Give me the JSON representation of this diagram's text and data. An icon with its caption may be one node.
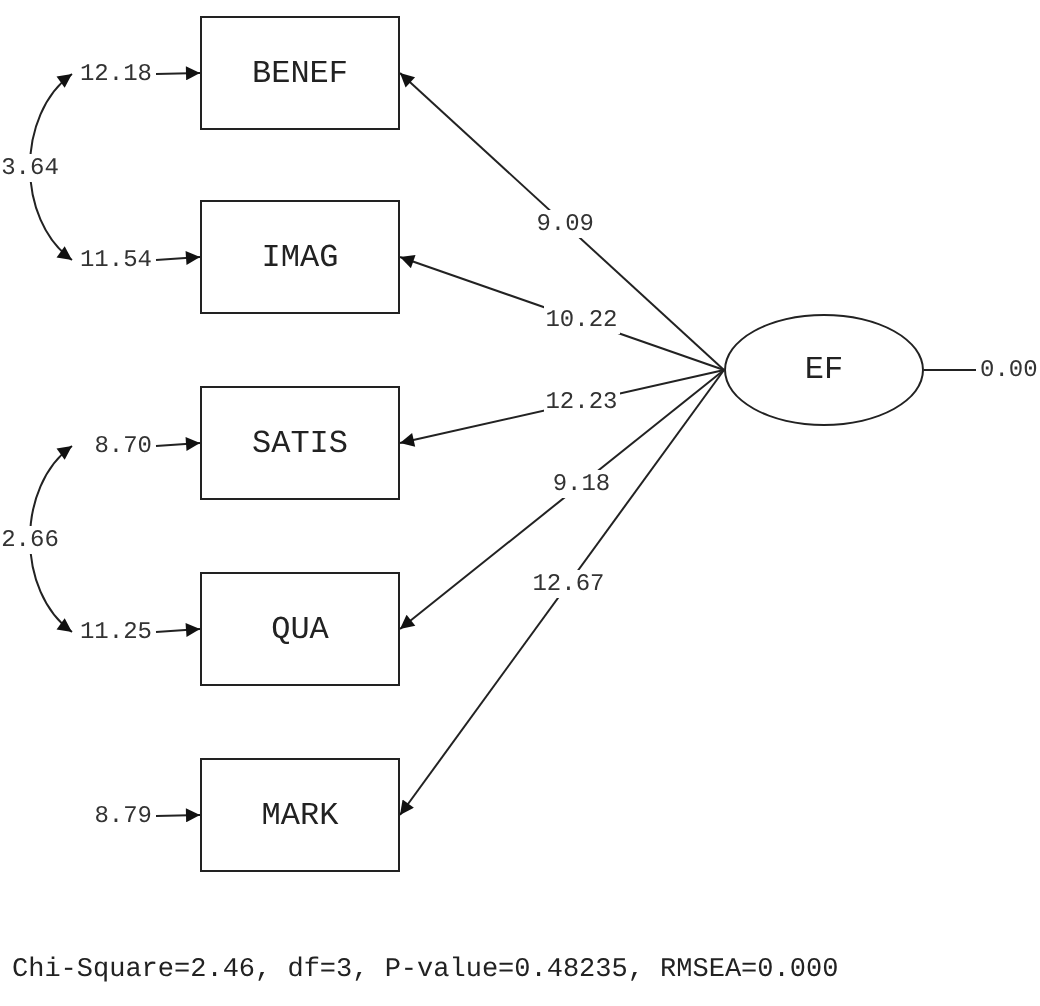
{
  "diagram": {
    "caption": "Chi-Square=2.46, df=3, P-value=0.48235, RMSEA=0.000",
    "nodes": [
      {
        "text": [
          "BENEF"
        ]
      },
      {
        "text": [
          "IMAG"
        ]
      },
      {
        "text": [
          "SATIS"
        ]
      },
      {
        "text": [
          "QUA"
        ]
      },
      {
        "text": [
          "MARK"
        ]
      },
      {
        "text": [
          "EF"
        ]
      },
      {
        "text": [
          "12.18"
        ]
      },
      {
        "text": [
          "11.54"
        ]
      },
      {
        "text": [
          "8.70"
        ]
      },
      {
        "text": [
          "11.25"
        ]
      },
      {
        "text": [
          "8.79"
        ]
      },
      {
        "text": [
          "0.00"
        ]
      }
    ],
    "edges": [
      {
        "from": 6,
        "to": 0,
        "arrow": "to"
      },
      {
        "from": 7,
        "to": 1,
        "arrow": "to"
      },
      {
        "from": 8,
        "to": 2,
        "arrow": "to"
      },
      {
        "from": 9,
        "to": 3,
        "arrow": "to"
      },
      {
        "from": 10,
        "to": 4,
        "arrow": "to"
      },
      {
        "from": 6,
        "to": 7,
        "arrow": "both",
        "label": "3.64"
      },
      {
        "from": 8,
        "to": 9,
        "arrow": "both",
        "label": "2.66"
      },
      {
        "from": 5,
        "to": 0,
        "arrow": "to",
        "label": "9.09"
      },
      {
        "from": 5,
        "to": 1,
        "arrow": "to",
        "label": "10.22"
      },
      {
        "from": 5,
        "to": 2,
        "arrow": "to",
        "label": "12.23"
      },
      {
        "from": 5,
        "to": 3,
        "arrow": "to",
        "label": "9.18"
      },
      {
        "from": 5,
        "to": 4,
        "arrow": "to",
        "label": "12.67"
      },
      {
        "from": 5,
        "to": 11,
        "arrow": "none"
      }
    ]
  }
}
